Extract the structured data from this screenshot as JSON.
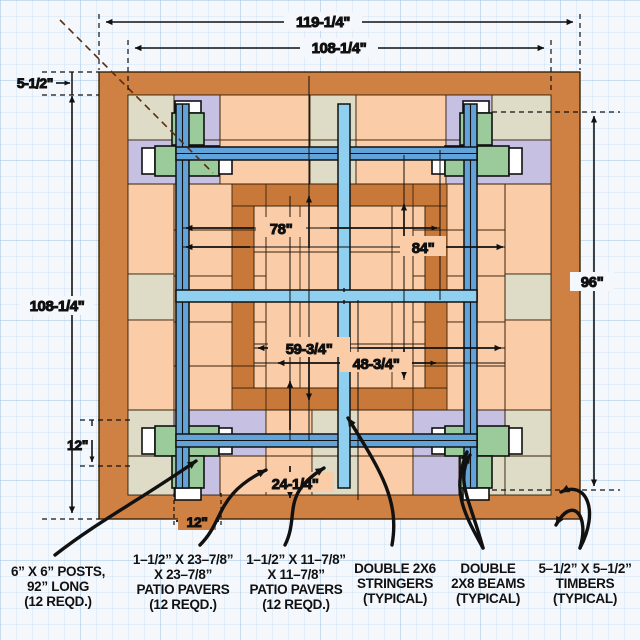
{
  "diagram": {
    "title": "Pergola Plan View",
    "type": "construction-plan-overhead"
  },
  "colors": {
    "timber": "#CE8143",
    "timber_edge": "#6b3d14",
    "paver_peach": "#FACCA7",
    "paver_tan": "#DEDCC6",
    "paver_lavender": "#C6C0E2",
    "stringer_brown": "#C8793A",
    "post_green": "#9CCB9B",
    "beam_blue": "#62A3DA",
    "beam_blue_light": "#8FD0F0",
    "line": "#111111",
    "grid": "#96bee1"
  },
  "dimensions": {
    "top_outer": "119-1/4\"",
    "top_inner": "108-1/4\"",
    "left_thickness": "5-1/2\"",
    "left_overall": "108-1/4\"",
    "left_small": "12\"",
    "right_overall": "96\"",
    "center_h_upper": "78\"",
    "center_v_right": "84\"",
    "center_h_lower": "59-3/4\"",
    "center_h_lower2": "48-3/4\"",
    "bottom_small": "12\"",
    "bottom_v": "24-1/4\""
  },
  "callouts": [
    {
      "id": "posts",
      "lines": [
        "6” X 6” POSTS,",
        "92” LONG",
        "(12 REQD.)"
      ]
    },
    {
      "id": "pavers-large",
      "lines": [
        "1–1/2” X 23–7/8”",
        "X 23–7/8”",
        "PATIO PAVERS",
        "(12 REQD.)"
      ]
    },
    {
      "id": "pavers-small",
      "lines": [
        "1–1/2” X 11–7/8”",
        "X 11–7/8”",
        "PATIO PAVERS",
        "(12 REQD.)"
      ]
    },
    {
      "id": "stringers",
      "lines": [
        "DOUBLE 2X6",
        "STRINGERS",
        "(TYPICAL)"
      ]
    },
    {
      "id": "beams",
      "lines": [
        "DOUBLE",
        "2X8 BEAMS",
        "(TYPICAL)"
      ]
    },
    {
      "id": "timbers",
      "lines": [
        "5–1/2” X 5–1/2”",
        "TIMBERS",
        "(TYPICAL)"
      ]
    }
  ],
  "legend_parts": {
    "posts": "6” X 6” POSTS, 92” LONG (12 REQD.)",
    "pavers_large": "1-1/2” X 23-7/8” X 23-7/8” PATIO PAVERS (12 REQD.)",
    "pavers_small": "1-1/2” X 11-7/8” X 11-7/8” PATIO PAVERS (12 REQD.)",
    "stringers": "DOUBLE 2X6 STRINGERS (TYPICAL)",
    "beams": "DOUBLE 2X8 BEAMS (TYPICAL)",
    "timbers": "5-1/2” X 5-1/2” TIMBERS (TYPICAL)"
  }
}
